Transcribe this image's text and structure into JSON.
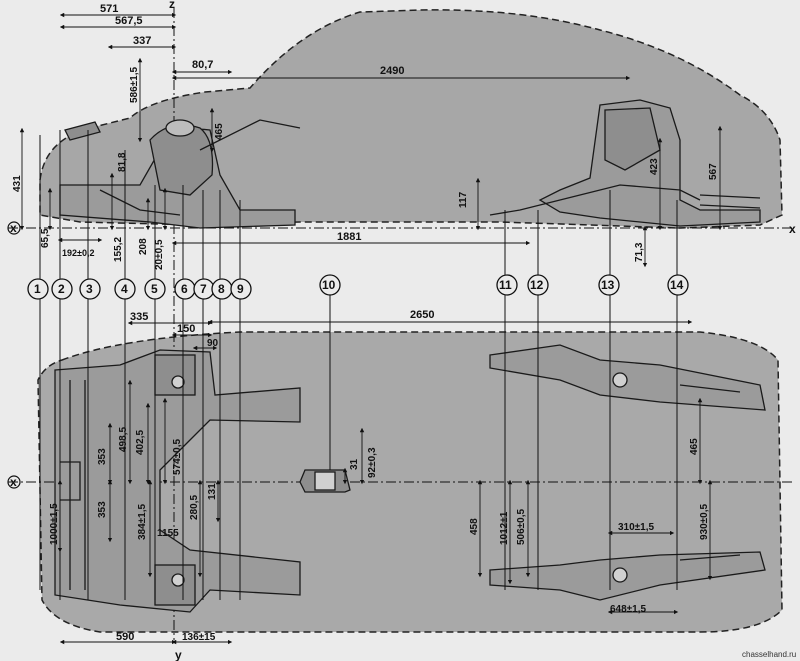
{
  "axes": {
    "x_left": "x",
    "x_right": "x",
    "z_top": "z",
    "y_bottom": "y"
  },
  "markers": [
    "1",
    "2",
    "3",
    "4",
    "5",
    "6",
    "7",
    "8",
    "9",
    "10",
    "11",
    "12",
    "13",
    "14"
  ],
  "dims_side": {
    "d571": "571",
    "d567_5": "567,5",
    "d337": "337",
    "d80_7": "80,7",
    "d586": "586±1,5",
    "d465": "465",
    "d81_8": "81,8",
    "d2490": "2490",
    "d431": "431",
    "d65_5": "65,5",
    "d192": "192±0,2",
    "d155_2": "155,2",
    "d208": "208",
    "d20": "20±0,5",
    "d117": "117",
    "d1881": "1881",
    "d423": "423",
    "d567": "567",
    "d71_3": "71,3"
  },
  "dims_plan": {
    "d335": "335",
    "d150": "150",
    "d2650": "2650",
    "d90": "90",
    "d498_5": "498,5",
    "d402_5": "402,5",
    "d353a": "353",
    "d353b": "353",
    "d574": "574±0,5",
    "d31": "31",
    "d92": "92±0,3",
    "d465": "465",
    "d1000": "1000±1,5",
    "d384": "384±1,5",
    "d280_5": "280,5",
    "d131": "131",
    "d1155": "1155",
    "d458": "458",
    "d1012": "1012±1",
    "d506": "506±0,5",
    "d310": "310±1,5",
    "d930": "930±0,5",
    "d648": "648±1,5",
    "d590": "590",
    "d136": "136±15"
  },
  "watermark": "chasselhand.ru"
}
